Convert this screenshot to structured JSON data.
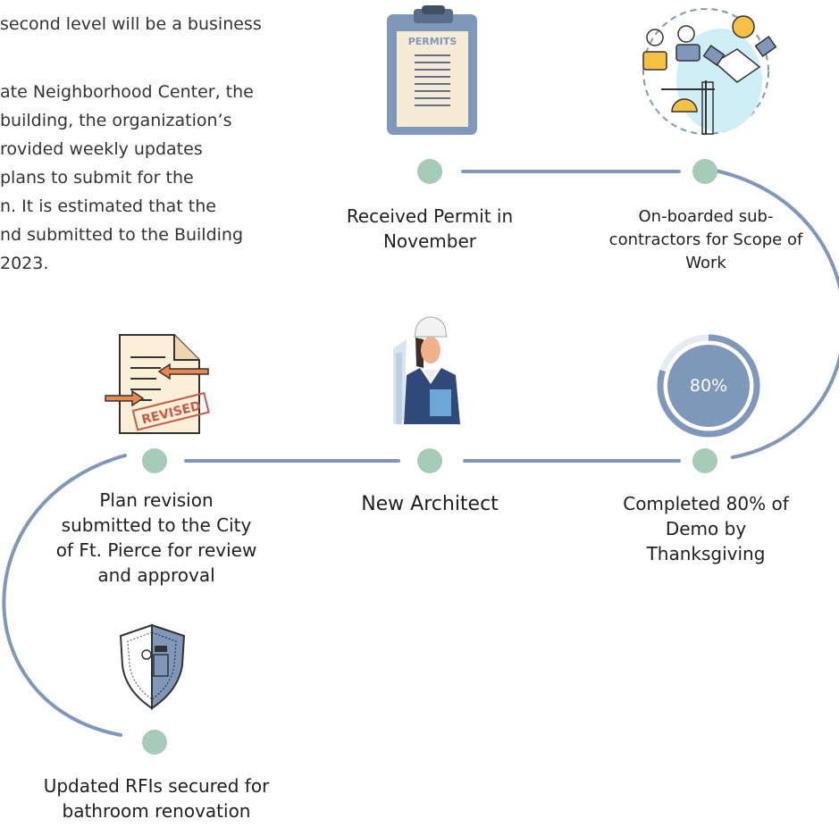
{
  "intro_lines": [
    "second level will be a business",
    "ate Neighborhood Center, the",
    "building, the organization’s",
    "rovided weekly updates",
    "plans to submit for the",
    "n. It is estimated that the",
    "nd submitted to the Building",
    "2023."
  ],
  "steps": [
    {
      "label_lines": [
        "Received Permit in",
        "November"
      ],
      "icon": "permit-clipboard-icon",
      "icon_text": "PERMITS"
    },
    {
      "label_lines": [
        "On-boarded sub-",
        "contractors for Scope of",
        "Work"
      ],
      "icon": "contractors-handshake-icon"
    },
    {
      "label_lines": [
        "Completed 80% of",
        "Demo by",
        "Thanksgiving"
      ],
      "icon": "progress-ring-icon",
      "progress_text": "80%",
      "progress_value": 80
    },
    {
      "label_lines": [
        "New Architect"
      ],
      "icon": "architect-woman-icon"
    },
    {
      "label_lines": [
        "Plan revision",
        "submitted to the City",
        "of Ft. Pierce for review",
        "and approval"
      ],
      "icon": "revised-document-icon",
      "icon_text": "REVISED"
    },
    {
      "label_lines": [
        "Updated RFIs secured for",
        "bathroom renovation"
      ],
      "icon": "shield-worker-icon"
    }
  ],
  "colors": {
    "line": "#7f97b8",
    "node": "#a6cbb9",
    "accent_blue": "#6f8fb8",
    "accent_orange": "#e8884a",
    "text": "#1f1f1f"
  }
}
